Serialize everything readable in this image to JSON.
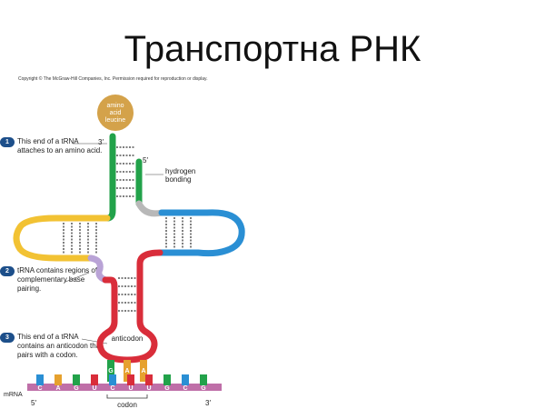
{
  "slide": {
    "title": "Транспортна РНК",
    "copyright": "Copyright © The McGraw-Hill Companies, Inc. Permission required for reproduction or display."
  },
  "steps": [
    {
      "number": "1",
      "text": "This end of a tRNA attaches to an amino acid."
    },
    {
      "number": "2",
      "text": "tRNA contains regions of complementary base pairing."
    },
    {
      "number": "3",
      "text": "This end of a tRNA contains an anticodon that pairs with a codon."
    }
  ],
  "diagram": {
    "amino_acid_lines": [
      "amino",
      "acid",
      "leucine"
    ],
    "three_prime_top": "3′",
    "five_prime_top": "5′",
    "hydrogen_bonding_lines": [
      "hydrogen",
      "bonding"
    ],
    "anticodon_label": "anticodon",
    "anticodon_bases": [
      "G",
      "A",
      "A"
    ],
    "codon_label": "codon",
    "mrna_label": "mRNA",
    "mrna_five_prime": "5′",
    "mrna_three_prime": "3′",
    "mrna_bases": [
      "C",
      "A",
      "G",
      "U",
      "C",
      "U",
      "U",
      "G",
      "C",
      "G"
    ],
    "colors": {
      "amino_acid": "#d4a24a",
      "acceptor_stem": "#22a24a",
      "d_arm": "#f2c233",
      "t_arm": "#2a8fd4",
      "anticodon_arm": "#d92d3a",
      "variable_loop": "#b9a3d6",
      "step_badge": "#1d4f8a"
    }
  }
}
